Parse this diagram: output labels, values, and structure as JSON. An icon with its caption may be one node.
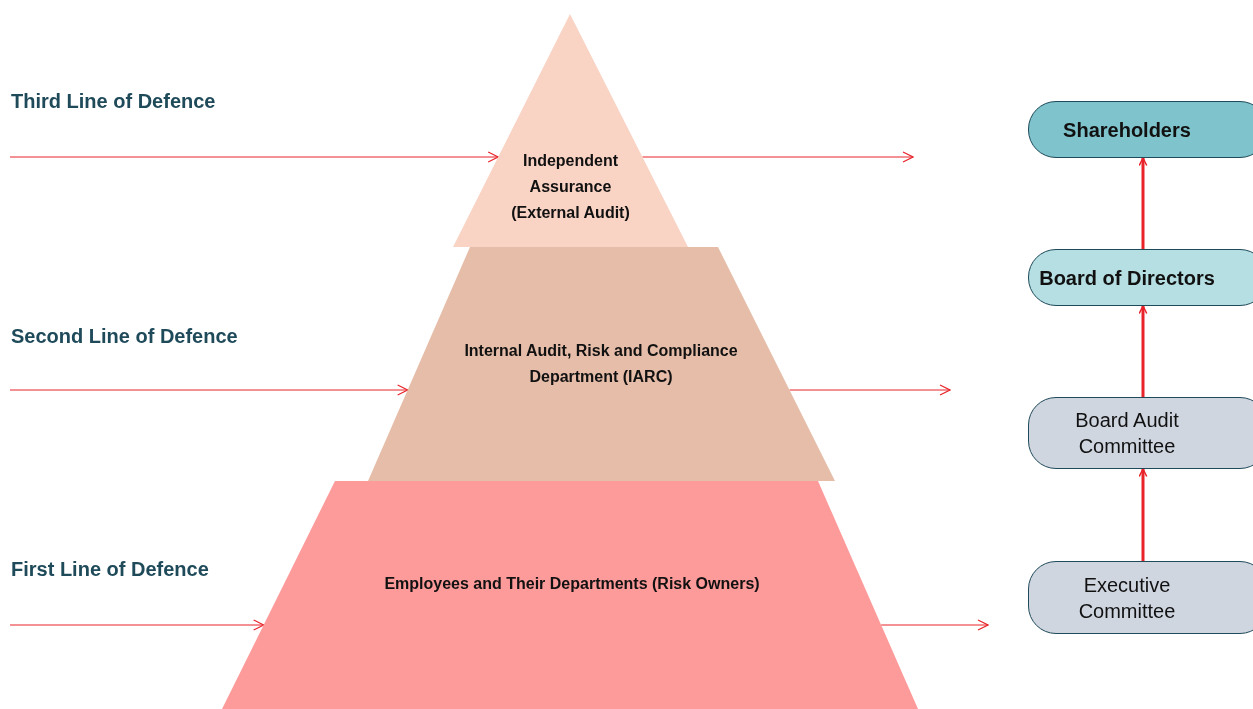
{
  "diagram": {
    "nodes": [
      {
        "text": [
          "Independent Assurance (External Audit)"
        ]
      },
      {
        "text": [
          "Internal Audit, Risk and Compliance Department (IARC)"
        ]
      },
      {
        "text": [
          "Employees and Their Departments (Risk Owners)"
        ]
      },
      {
        "text": [
          "Shareholders"
        ]
      },
      {
        "text": [
          "Board of Directors"
        ]
      },
      {
        "text": [
          "Board Audit Committee"
        ]
      },
      {
        "text": [
          "Executive Committee"
        ]
      }
    ],
    "edges": [
      {
        "from": null,
        "to": 0,
        "arrow": "to"
      },
      {
        "from": 0,
        "to": null,
        "arrow": "to"
      },
      {
        "from": null,
        "to": 1,
        "arrow": "to"
      },
      {
        "from": 1,
        "to": null,
        "arrow": "to"
      },
      {
        "from": null,
        "to": 2,
        "arrow": "to"
      },
      {
        "from": 2,
        "to": null,
        "arrow": "to"
      },
      {
        "from": 6,
        "to": 5,
        "arrow": "to",
        "style": "thick"
      },
      {
        "from": 5,
        "to": 4,
        "arrow": "to",
        "style": "thick"
      },
      {
        "from": 4,
        "to": 3,
        "arrow": "to",
        "style": "thick"
      }
    ],
    "labels": [
      "Third Line of Defence",
      "Second Line of Defence",
      "First Line of Defence"
    ]
  }
}
